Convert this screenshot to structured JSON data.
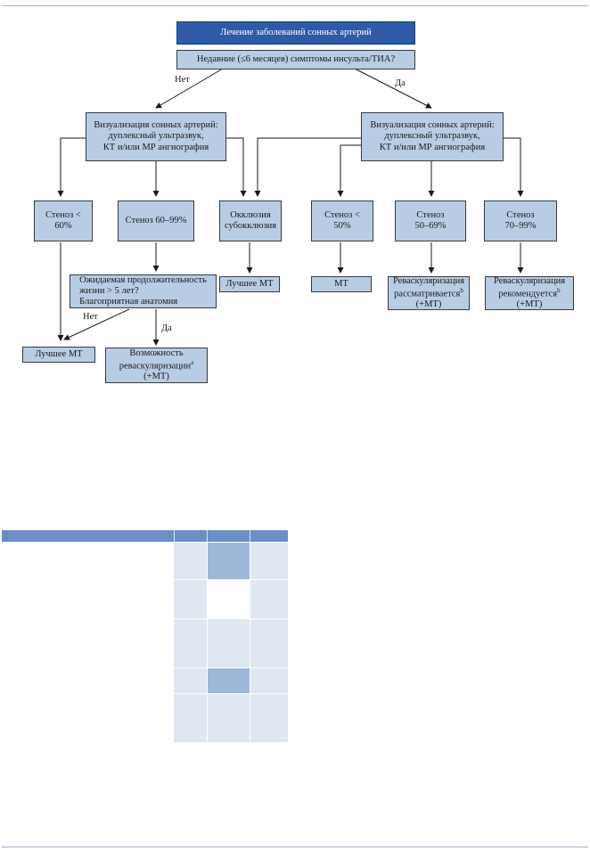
{
  "flowchart": {
    "title": "Лечение заболеваний сонных артерий",
    "question": "Недавние (≤6 месяцев) симптомы инсульта/ТИА?",
    "no_label": "Нет",
    "yes_label": "Да",
    "imaging_left": "Визуализация сонных артерий:\nдуплексный ультразвук,\nКТ и/или МР ангиография",
    "imaging_right": "Визуализация сонных артерий:\nдуплексный ультразвук,\nКТ и/или МР ангиография",
    "stenosis_lt60": "Стеноз < 60%",
    "stenosis_60_99": "Стеноз 60–99%",
    "occlusion": "Окклюзия\nсубокклюзия",
    "stenosis_lt50": "Стеноз < 50%",
    "stenosis_50_69": "Стеноз\n50–69%",
    "stenosis_70_99": "Стеноз\n70–99%",
    "life_expectancy": "Ожидаемая продолжительность\nжизни > 5 лет?\nБлагоприятная анатомия",
    "best_mt_occl": "Лучшее МТ",
    "mt": "МТ",
    "revasc_considered": "Реваскуляризация\nрассматривается",
    "revasc_considered_sup": "b",
    "revasc_considered_mt": "(+МТ)",
    "revasc_recommended": "Реваскуляризация\nрекомендуется",
    "revasc_recommended_sup": "b",
    "revasc_recommended_mt": "(+МТ)",
    "no_label2": "Нет",
    "yes_label2": "Да",
    "best_mt_bottom": "Лучшее МТ",
    "revasc_possible": "Возможность\nреваскуляризации",
    "revasc_possible_sup": "a",
    "revasc_possible_mt": "(+МТ)"
  },
  "colors": {
    "header_blue": "#2e5aa8",
    "box_blue": "#b8cce4",
    "table_header": "#6a8fc4",
    "table_light": "#dfe7f1",
    "table_mid": "#9fb8da"
  },
  "table": {
    "rows": [
      {
        "shade": [
          "light",
          "mid",
          "light"
        ]
      },
      {
        "shade": [
          "light",
          "white",
          "light"
        ]
      },
      {
        "shade": [
          "light",
          "light",
          "light"
        ]
      },
      {
        "shade": [
          "light",
          "mid",
          "light"
        ]
      },
      {
        "shade": [
          "light",
          "light",
          "light"
        ]
      }
    ]
  }
}
